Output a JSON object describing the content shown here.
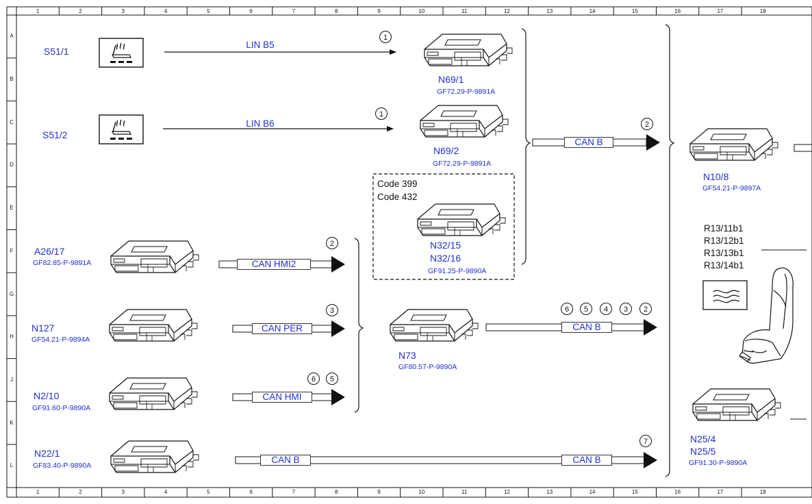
{
  "grid": {
    "columns": [
      "1",
      "2",
      "3",
      "4",
      "5",
      "6",
      "7",
      "8",
      "9",
      "10",
      "11",
      "12",
      "13",
      "14",
      "15",
      "16",
      "17",
      "18"
    ],
    "rows": [
      "A",
      "B",
      "C",
      "D",
      "E",
      "F",
      "G",
      "H",
      "J",
      "K",
      "L"
    ]
  },
  "components": {
    "s51_1": {
      "label": "S51/1"
    },
    "s51_2": {
      "label": "S51/2"
    },
    "n69_1": {
      "label": "N69/1",
      "part": "GF72.29-P-9891A"
    },
    "n69_2": {
      "label": "N69/2",
      "part": "GF72.29-P-9891A"
    },
    "n32": {
      "code1": "Code 399",
      "code2": "Code 432",
      "label1": "N32/15",
      "label2": "N32/16",
      "part": "GF91.25-P-9890A"
    },
    "n10_8": {
      "label": "N10/8",
      "part": "GF54.21-P-9897A"
    },
    "a26_17": {
      "label": "A26/17",
      "part": "GF82.85-P-9891A"
    },
    "n127": {
      "label": "N127",
      "part": "GF54.21-P-9894A"
    },
    "n2_10": {
      "label": "N2/10",
      "part": "GF91.60-P-9890A"
    },
    "n22_1": {
      "label": "N22/1",
      "part": "GF83.40-P-9890A"
    },
    "n73": {
      "label": "N73",
      "part": "GF80.57-P-9890A"
    },
    "r13": {
      "labels": [
        "R13/11b1",
        "R13/12b1",
        "R13/13b1",
        "R13/14b1"
      ]
    },
    "n25": {
      "label1": "N25/4",
      "label2": "N25/5",
      "part": "GF91.30-P-9890A"
    }
  },
  "buses": {
    "lin_b5": "LIN B5",
    "lin_b6": "LIN B6",
    "can_b_top": "CAN B",
    "can_hmi2": "CAN HMI2",
    "can_per": "CAN PER",
    "can_hmi": "CAN HMI",
    "can_b_mid": "CAN B",
    "can_b_bottom_left": "CAN B",
    "can_b_bottom_right": "CAN B"
  },
  "markers": {
    "lin_b5": [
      "1"
    ],
    "lin_b6": [
      "1"
    ],
    "can_b_top": [
      "2"
    ],
    "can_hmi2": [
      "2"
    ],
    "can_per": [
      "3"
    ],
    "can_hmi": [
      "6",
      "5"
    ],
    "can_b_mid": [
      "6",
      "5",
      "4",
      "3",
      "2"
    ],
    "can_b_bottom": [
      "7"
    ]
  },
  "colors": {
    "label_blue": "#1f2fd0",
    "line": "#111111"
  }
}
